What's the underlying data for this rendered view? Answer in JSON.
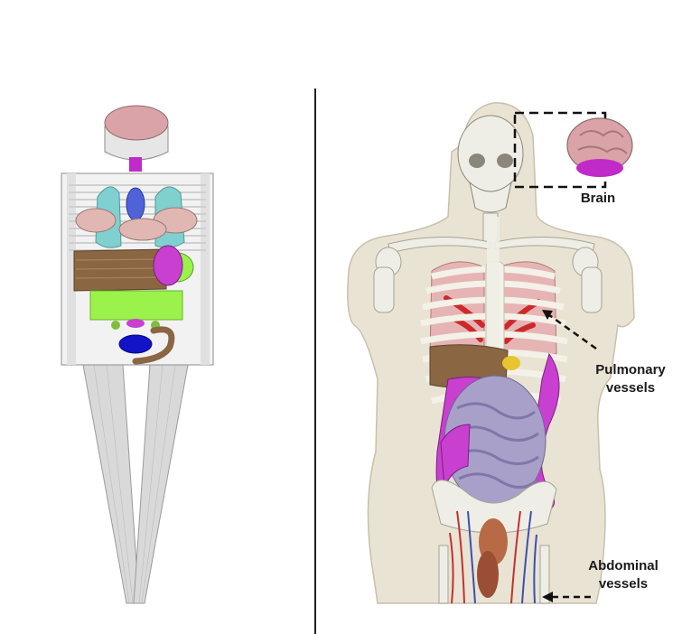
{
  "figure": {
    "panels": [
      {
        "id": "stylized-phantom",
        "description_label": ""
      },
      {
        "id": "anatomical-phantom",
        "description_label": ""
      }
    ],
    "labels": {
      "brain": "Brain",
      "pulmonary_line1": "Pulmonary",
      "pulmonary_line2": "vessels",
      "abdominal_line1": "Abdominal",
      "abdominal_line2": "vessels"
    },
    "colors": {
      "brain": "#d9a3a8",
      "brain_stem": "#c02ac8",
      "spleen_stomach": "#c93fd0",
      "liver": "#8a6642",
      "lungs_bronchi": "#7fd0cf",
      "kidneys_pink": "#e0b7b2",
      "bladder_blue": "#1212c8",
      "small_intestine": "#a8a0c8",
      "pancreas_green": "#9bf24a",
      "skin": "#e9e3d3",
      "bone": "#efeee6",
      "blood_vessels_red": "#c43030",
      "blood_vessels_blue": "#3d4fb0"
    }
  }
}
